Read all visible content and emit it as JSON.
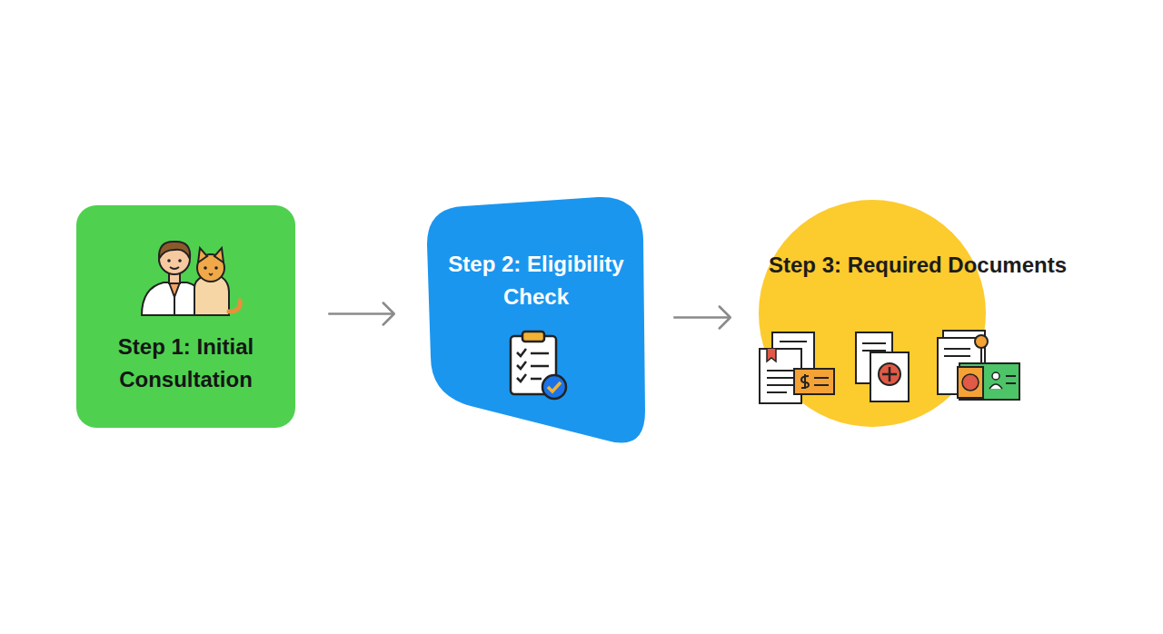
{
  "diagram": {
    "nodes": [
      {
        "text": [
          "Step 1: Initial Consultation"
        ]
      },
      {
        "text": [
          "Step 2: Eligibility Check"
        ]
      },
      {
        "text": [
          "Step 3: Required Documents"
        ]
      }
    ],
    "edges": [
      {
        "from": 0,
        "to": 1,
        "arrow": "to"
      },
      {
        "from": 1,
        "to": 2,
        "arrow": "to"
      }
    ]
  }
}
